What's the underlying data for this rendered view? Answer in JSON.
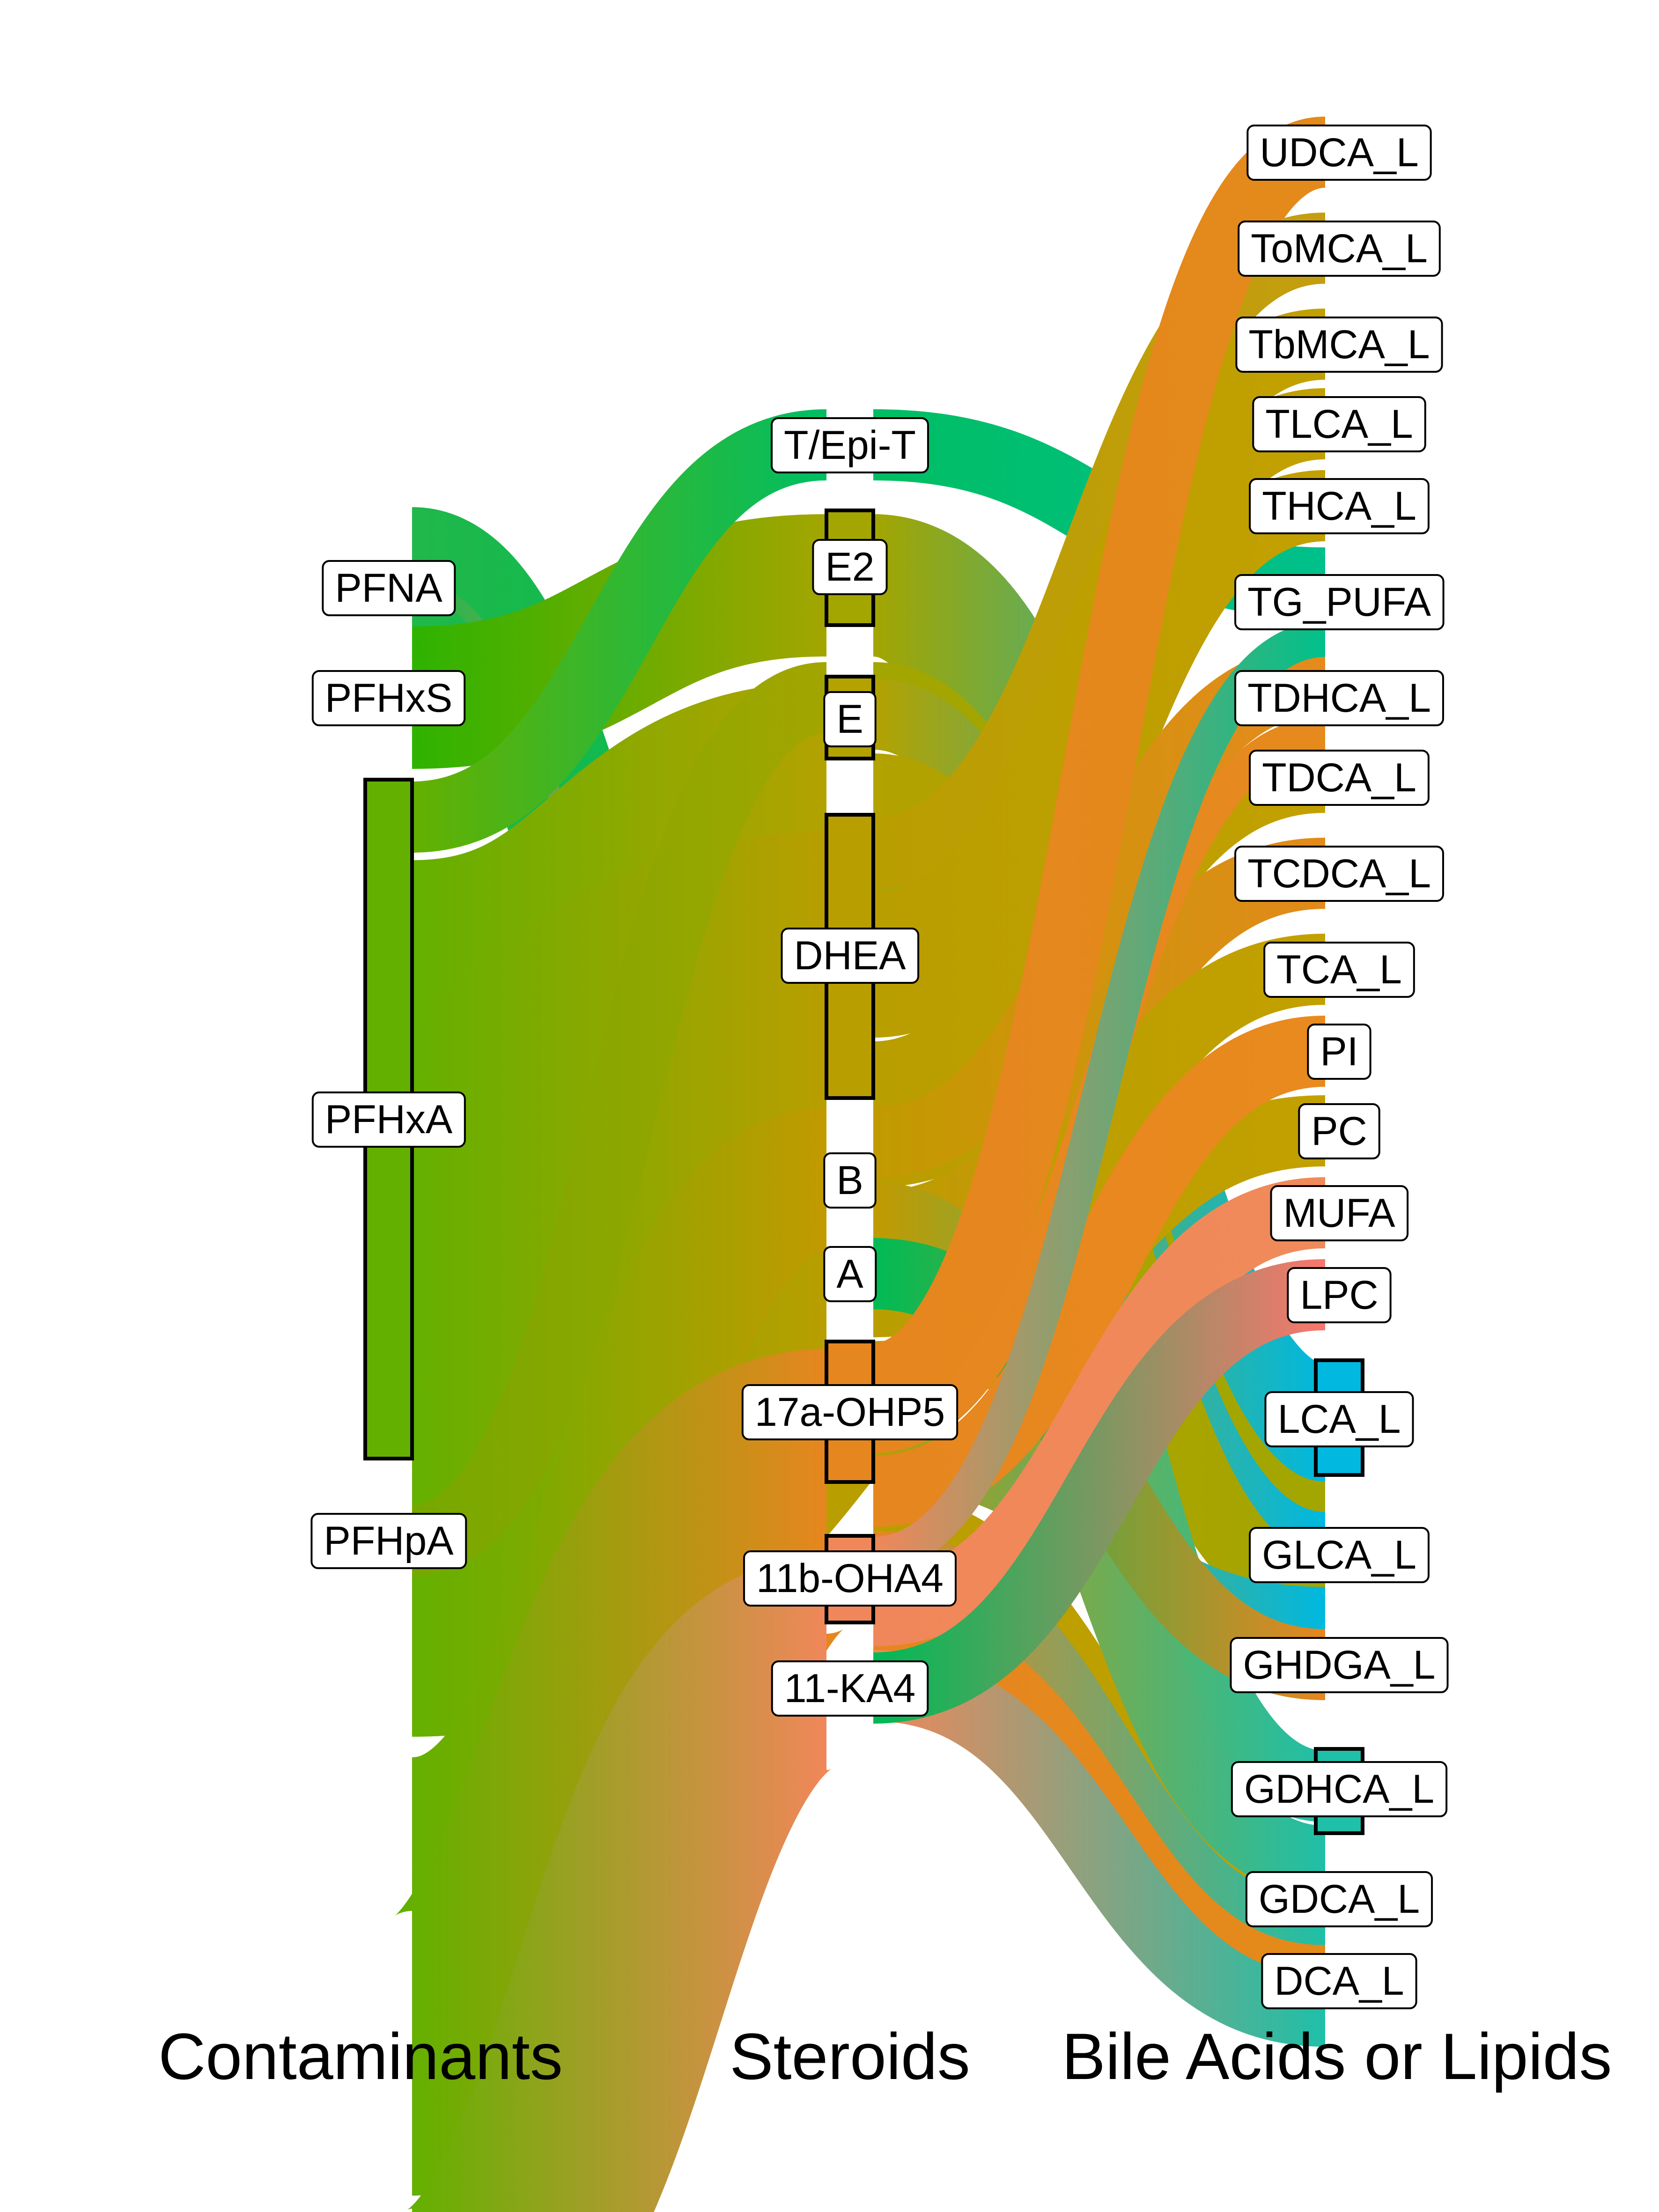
{
  "chart_data": {
    "type": "sankey",
    "columns": [
      "Contaminants",
      "Steroids",
      "Bile Acids or Lipids"
    ],
    "nodes": {
      "contaminants": [
        "PFNA",
        "PFHxS",
        "PFHxA",
        "PFHpA"
      ],
      "steroids": [
        "T/Epi-T",
        "E2",
        "E",
        "DHEA",
        "B",
        "A",
        "17a-OHP5",
        "11b-OHA4",
        "11-KA4"
      ],
      "targets": [
        "UDCA_L",
        "ToMCA_L",
        "TbMCA_L",
        "TLCA_L",
        "THCA_L",
        "TG_PUFA",
        "TDHCA_L",
        "TDCA_L",
        "TCDCA_L",
        "TCA_L",
        "PI",
        "PC",
        "MUFA",
        "LPC",
        "LCA_L",
        "GLCA_L",
        "GHDGA_L",
        "GDHCA_L",
        "GDCA_L",
        "DCA_L"
      ]
    },
    "links_contaminant_to_steroid": [
      {
        "source": "PFNA",
        "target": "A",
        "value": 1
      },
      {
        "source": "PFNA",
        "target": "11-KA4",
        "value": 1
      },
      {
        "source": "PFNA",
        "target": "11b-OHA4",
        "value": 0.2
      },
      {
        "source": "PFHxS",
        "target": "E2",
        "value": 2
      },
      {
        "source": "PFHxA",
        "target": "T/Epi-T",
        "value": 1
      },
      {
        "source": "PFHxA",
        "target": "E",
        "value": 3
      },
      {
        "source": "PFHxA",
        "target": "DHEA",
        "value": 9
      },
      {
        "source": "PFHxA",
        "target": "B",
        "value": 2
      },
      {
        "source": "PFHxA",
        "target": "17a-OHP5",
        "value": 4
      },
      {
        "source": "PFHxA",
        "target": "11b-OHA4",
        "value": 3
      },
      {
        "source": "PFHpA",
        "target": "E2",
        "value": 1
      }
    ],
    "links_steroid_to_target": [
      {
        "source": "T/Epi-T",
        "target": "TG_PUFA",
        "value": 1
      },
      {
        "source": "E2",
        "target": "LCA_L",
        "value": 2
      },
      {
        "source": "E2",
        "target": "GLCA_L",
        "value": 1
      },
      {
        "source": "E",
        "target": "LCA_L",
        "value": 1
      },
      {
        "source": "E",
        "target": "GLCA_L",
        "value": 1
      },
      {
        "source": "E",
        "target": "GDHCA_L",
        "value": 1
      },
      {
        "source": "DHEA",
        "target": "ToMCA_L",
        "value": 1
      },
      {
        "source": "DHEA",
        "target": "TbMCA_L",
        "value": 1
      },
      {
        "source": "DHEA",
        "target": "TLCA_L",
        "value": 1
      },
      {
        "source": "DHEA",
        "target": "THCA_L",
        "value": 1
      },
      {
        "source": "DHEA",
        "target": "TDCA_L",
        "value": 1
      },
      {
        "source": "DHEA",
        "target": "TCDCA_L",
        "value": 1
      },
      {
        "source": "DHEA",
        "target": "TCA_L",
        "value": 1
      },
      {
        "source": "DHEA",
        "target": "PC",
        "value": 1
      },
      {
        "source": "DHEA",
        "target": "LCA_L",
        "value": 1
      },
      {
        "source": "DHEA",
        "target": "GDCA_L",
        "value": 1
      },
      {
        "source": "B",
        "target": "TDHCA_L",
        "value": 1
      },
      {
        "source": "B",
        "target": "GDHCA_L",
        "value": 1
      },
      {
        "source": "A",
        "target": "GHDGA_L",
        "value": 1
      },
      {
        "source": "17a-OHP5",
        "target": "UDCA_L",
        "value": 1
      },
      {
        "source": "17a-OHP5",
        "target": "TDHCA_L",
        "value": 0.5
      },
      {
        "source": "17a-OHP5",
        "target": "PI",
        "value": 1
      },
      {
        "source": "17a-OHP5",
        "target": "GDHCA_L",
        "value": 1
      },
      {
        "source": "17a-OHP5",
        "target": "DCA_L",
        "value": 1
      },
      {
        "source": "11b-OHA4",
        "target": "TG_PUFA",
        "value": 0.5
      },
      {
        "source": "11b-OHA4",
        "target": "MUFA",
        "value": 1
      },
      {
        "source": "11b-OHA4",
        "target": "GDHCA_L",
        "value": 1
      },
      {
        "source": "11-KA4",
        "target": "LPC",
        "value": 1
      }
    ],
    "colors": {
      "PFNA": "#20b84a",
      "PFHxS": "#2eb300",
      "PFHxA": "#64b000",
      "PFHpA": "#76a800",
      "T/Epi-T": "#00be63",
      "E2": "#a3a500",
      "E": "#b3a200",
      "DHEA": "#b99e00",
      "B": "#c19a00",
      "A": "#00bb55",
      "17a-OHP5": "#e6861f",
      "11b-OHA4": "#f0875a",
      "11-KA4": "#00b956",
      "UDCA_L": "#e38a1a",
      "ToMCA_L": "#c49e10",
      "TbMCA_L": "#c2a000",
      "TLCA_L": "#c2a000",
      "THCA_L": "#c2a000",
      "TG_PUFA": "#00c08b",
      "TDHCA_L": "#e68a1e",
      "TDCA_L": "#c2a000",
      "TCDCA_L": "#e38a1a",
      "TCA_L": "#c2a000",
      "PI": "#e98a1e",
      "PC": "#c2a000",
      "MUFA": "#f08a5a",
      "LPC": "#f8766d",
      "LCA_L": "#00b8e0",
      "GLCA_L": "#a3a500",
      "GHDGA_L": "#e6861f",
      "GDHCA_L": "#1fbfa8",
      "GDCA_L": "#c2a000",
      "DCA_L": "#e38a1a"
    }
  }
}
